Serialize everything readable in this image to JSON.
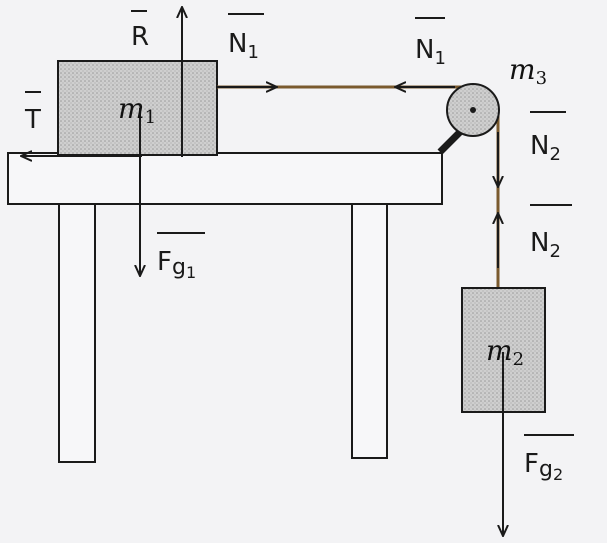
{
  "diagram": {
    "masses": {
      "m1": {
        "symbol": "m",
        "index": "1"
      },
      "m2": {
        "symbol": "m",
        "index": "2"
      },
      "m3": {
        "symbol": "m",
        "index": "3"
      }
    },
    "forces": {
      "R": {
        "name": "R"
      },
      "T": {
        "name": "T"
      },
      "N1_block": {
        "name": "N",
        "index": "1"
      },
      "N1_pulley": {
        "name": "N",
        "index": "1"
      },
      "N2_pulley": {
        "name": "N",
        "index": "2"
      },
      "N2_block": {
        "name": "N",
        "index": "2"
      },
      "Fg1": {
        "name": "F",
        "sub": "g",
        "index": "1"
      },
      "Fg2": {
        "name": "F",
        "sub": "g",
        "index": "2"
      }
    },
    "colors": {
      "ink": "#1a1a1a",
      "block_fill": "#c9c9c9",
      "paper": "#f3f3f5",
      "rope": "#7a5a2e"
    }
  }
}
